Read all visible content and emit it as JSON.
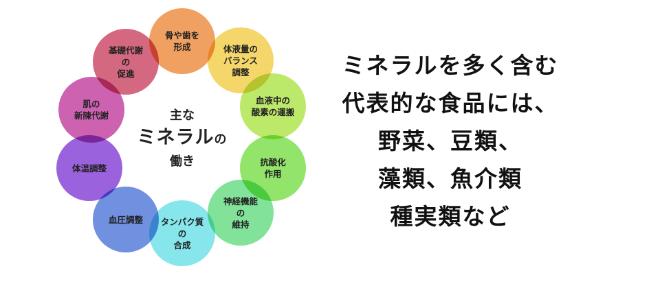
{
  "diagram": {
    "center": {
      "line1": "主な",
      "line2": "ミネラル",
      "line2_suffix": "の",
      "line3": "働き"
    },
    "circles": [
      {
        "lines": [
          "骨や歯を",
          "形成"
        ],
        "color": "#f0a060"
      },
      {
        "lines": [
          "体液量の",
          "バランス",
          "調整"
        ],
        "color": "#f5d66a"
      },
      {
        "lines": [
          "血液中の",
          "酸素の運搬"
        ],
        "color": "#bde96a"
      },
      {
        "lines": [
          "抗酸化",
          "作用"
        ],
        "color": "#92e46a"
      },
      {
        "lines": [
          "神経機能",
          "の",
          "維持"
        ],
        "color": "#82e29a"
      },
      {
        "lines": [
          "タンパク質",
          "の",
          "合成"
        ],
        "color": "#86e6ec"
      },
      {
        "lines": [
          "血圧調整"
        ],
        "color": "#7090e0"
      },
      {
        "lines": [
          "体温調整"
        ],
        "color": "#9a62dc"
      },
      {
        "lines": [
          "肌の",
          "新陳代謝"
        ],
        "color": "#cc62b0"
      },
      {
        "lines": [
          "基礎代謝",
          "の",
          "促進"
        ],
        "color": "#d46880"
      }
    ]
  },
  "message": {
    "lines": [
      "ミネラルを多く含む",
      "代表的な食品には、",
      "野菜、豆類、",
      "藻類、魚介類",
      "種実類など"
    ]
  }
}
